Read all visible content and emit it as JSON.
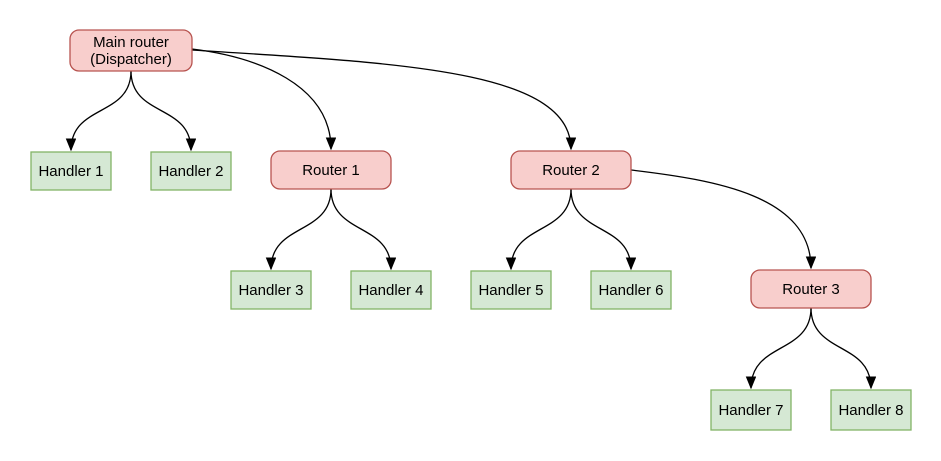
{
  "diagram": {
    "type": "flow-tree",
    "background": "#ffffff",
    "colors": {
      "router_fill": "#f8cecc",
      "router_border": "#b85450",
      "handler_fill": "#d5e8d4",
      "handler_border": "#82b366",
      "edge_stroke": "#000000",
      "text": "#000000"
    },
    "nodes": {
      "main_router": {
        "line1": "Main router",
        "line2": "(Dispatcher)",
        "type": "router"
      },
      "router_1": {
        "label": "Router 1",
        "type": "router"
      },
      "router_2": {
        "label": "Router 2",
        "type": "router"
      },
      "router_3": {
        "label": "Router 3",
        "type": "router"
      },
      "handler_1": {
        "label": "Handler 1",
        "type": "handler"
      },
      "handler_2": {
        "label": "Handler 2",
        "type": "handler"
      },
      "handler_3": {
        "label": "Handler 3",
        "type": "handler"
      },
      "handler_4": {
        "label": "Handler 4",
        "type": "handler"
      },
      "handler_5": {
        "label": "Handler 5",
        "type": "handler"
      },
      "handler_6": {
        "label": "Handler 6",
        "type": "handler"
      },
      "handler_7": {
        "label": "Handler 7",
        "type": "handler"
      },
      "handler_8": {
        "label": "Handler 8",
        "type": "handler"
      }
    },
    "edges": [
      {
        "from": "main_router",
        "to": "handler_1"
      },
      {
        "from": "main_router",
        "to": "handler_2"
      },
      {
        "from": "main_router",
        "to": "router_1"
      },
      {
        "from": "main_router",
        "to": "router_2"
      },
      {
        "from": "router_1",
        "to": "handler_3"
      },
      {
        "from": "router_1",
        "to": "handler_4"
      },
      {
        "from": "router_2",
        "to": "handler_5"
      },
      {
        "from": "router_2",
        "to": "handler_6"
      },
      {
        "from": "router_2",
        "to": "router_3"
      },
      {
        "from": "router_3",
        "to": "handler_7"
      },
      {
        "from": "router_3",
        "to": "handler_8"
      }
    ]
  }
}
